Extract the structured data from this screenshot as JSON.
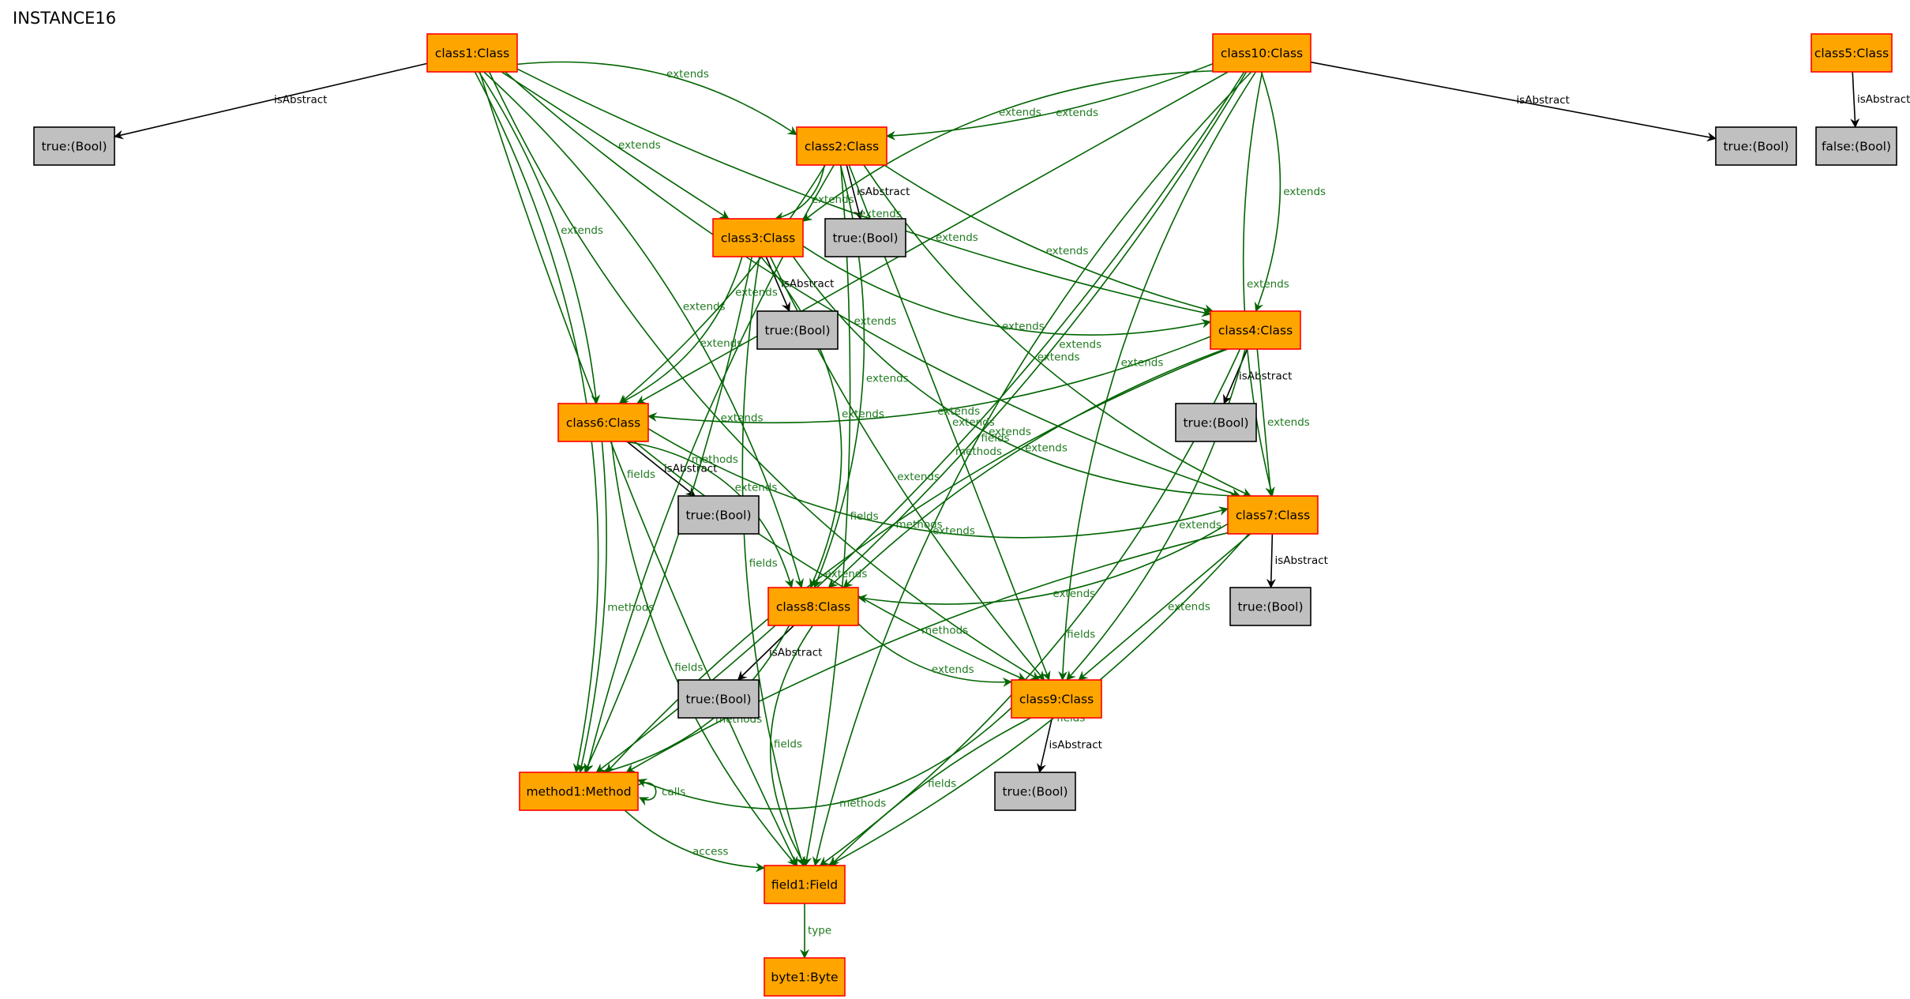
{
  "title": "INSTANCE16",
  "colors": {
    "class_fill": "#ffa500",
    "class_stroke": "#ff0000",
    "bool_fill": "#c0c0c0",
    "bool_stroke": "#000000",
    "green_edge": "#006400",
    "green_label": "#1f7a1f",
    "black_edge": "#000000"
  },
  "nodes": [
    {
      "id": "class1",
      "label": "class1:Class",
      "kind": "class"
    },
    {
      "id": "class10",
      "label": "class10:Class",
      "kind": "class"
    },
    {
      "id": "class5",
      "label": "class5:Class",
      "kind": "class"
    },
    {
      "id": "b_c1",
      "label": "true:(Bool)",
      "kind": "bool"
    },
    {
      "id": "b_c10",
      "label": "true:(Bool)",
      "kind": "bool"
    },
    {
      "id": "b_c5",
      "label": "false:(Bool)",
      "kind": "bool"
    },
    {
      "id": "class2",
      "label": "class2:Class",
      "kind": "class"
    },
    {
      "id": "b_c2",
      "label": "true:(Bool)",
      "kind": "bool"
    },
    {
      "id": "class3",
      "label": "class3:Class",
      "kind": "class"
    },
    {
      "id": "b_c3",
      "label": "true:(Bool)",
      "kind": "bool"
    },
    {
      "id": "class4",
      "label": "class4:Class",
      "kind": "class"
    },
    {
      "id": "b_c4",
      "label": "true:(Bool)",
      "kind": "bool"
    },
    {
      "id": "class6",
      "label": "class6:Class",
      "kind": "class"
    },
    {
      "id": "b_c6",
      "label": "true:(Bool)",
      "kind": "bool"
    },
    {
      "id": "class7",
      "label": "class7:Class",
      "kind": "class"
    },
    {
      "id": "b_c7",
      "label": "true:(Bool)",
      "kind": "bool"
    },
    {
      "id": "class8",
      "label": "class8:Class",
      "kind": "class"
    },
    {
      "id": "b_c8",
      "label": "true:(Bool)",
      "kind": "bool"
    },
    {
      "id": "class9",
      "label": "class9:Class",
      "kind": "class"
    },
    {
      "id": "b_c9",
      "label": "true:(Bool)",
      "kind": "bool"
    },
    {
      "id": "method1",
      "label": "method1:Method",
      "kind": "class"
    },
    {
      "id": "field1",
      "label": "field1:Field",
      "kind": "class"
    },
    {
      "id": "byte1",
      "label": "byte1:Byte",
      "kind": "class"
    }
  ],
  "edges": [
    {
      "from": "class1",
      "to": "b_c1",
      "label": "isAbstract",
      "color": "black"
    },
    {
      "from": "class10",
      "to": "b_c10",
      "label": "isAbstract",
      "color": "black"
    },
    {
      "from": "class5",
      "to": "b_c5",
      "label": "isAbstract",
      "color": "black"
    },
    {
      "from": "class2",
      "to": "b_c2",
      "label": "isAbstract",
      "color": "black"
    },
    {
      "from": "class3",
      "to": "b_c3",
      "label": "isAbstract",
      "color": "black"
    },
    {
      "from": "class4",
      "to": "b_c4",
      "label": "isAbstract",
      "color": "black"
    },
    {
      "from": "class6",
      "to": "b_c6",
      "label": "isAbstract",
      "color": "black"
    },
    {
      "from": "class7",
      "to": "b_c7",
      "label": "isAbstract",
      "color": "black"
    },
    {
      "from": "class8",
      "to": "b_c8",
      "label": "isAbstract",
      "color": "black"
    },
    {
      "from": "class9",
      "to": "b_c9",
      "label": "isAbstract",
      "color": "black"
    },
    {
      "from": "class1",
      "to": "class2",
      "label": "extends",
      "color": "green"
    },
    {
      "from": "class1",
      "to": "class3",
      "label": "extends",
      "color": "green"
    },
    {
      "from": "class1",
      "to": "class4",
      "label": "extends",
      "color": "green"
    },
    {
      "from": "class1",
      "to": "class6",
      "label": "extends",
      "color": "green"
    },
    {
      "from": "class1",
      "to": "class7",
      "label": "extends",
      "color": "green"
    },
    {
      "from": "class1",
      "to": "class8",
      "label": "extends",
      "color": "green"
    },
    {
      "from": "class1",
      "to": "class9",
      "label": "extends",
      "color": "green"
    },
    {
      "from": "class1",
      "to": "method1",
      "label": "methods",
      "color": "green"
    },
    {
      "from": "class1",
      "to": "field1",
      "label": "fields",
      "color": "green"
    },
    {
      "from": "class10",
      "to": "class2",
      "label": "extends",
      "color": "green"
    },
    {
      "from": "class10",
      "to": "class3",
      "label": "extends",
      "color": "green"
    },
    {
      "from": "class10",
      "to": "class4",
      "label": "extends",
      "color": "green"
    },
    {
      "from": "class10",
      "to": "class6",
      "label": "extends",
      "color": "green"
    },
    {
      "from": "class10",
      "to": "class7",
      "label": "extends",
      "color": "green"
    },
    {
      "from": "class10",
      "to": "class8",
      "label": "extends",
      "color": "green"
    },
    {
      "from": "class10",
      "to": "class9",
      "label": "extends",
      "color": "green"
    },
    {
      "from": "class10",
      "to": "method1",
      "label": "methods",
      "color": "green"
    },
    {
      "from": "class10",
      "to": "field1",
      "label": "fields",
      "color": "green"
    },
    {
      "from": "class2",
      "to": "class3",
      "label": "extends",
      "color": "green"
    },
    {
      "from": "class2",
      "to": "class4",
      "label": "extends",
      "color": "green"
    },
    {
      "from": "class2",
      "to": "class6",
      "label": "extends",
      "color": "green"
    },
    {
      "from": "class2",
      "to": "class7",
      "label": "extends",
      "color": "green"
    },
    {
      "from": "class2",
      "to": "class8",
      "label": "extends",
      "color": "green"
    },
    {
      "from": "class2",
      "to": "class9",
      "label": "extends",
      "color": "green"
    },
    {
      "from": "class2",
      "to": "method1",
      "label": "methods",
      "color": "green"
    },
    {
      "from": "class2",
      "to": "field1",
      "label": "fields",
      "color": "green"
    },
    {
      "from": "class3",
      "to": "class4",
      "label": "extends",
      "color": "green"
    },
    {
      "from": "class3",
      "to": "class6",
      "label": "extends",
      "color": "green"
    },
    {
      "from": "class3",
      "to": "class7",
      "label": "extends",
      "color": "green"
    },
    {
      "from": "class3",
      "to": "class8",
      "label": "extends",
      "color": "green"
    },
    {
      "from": "class3",
      "to": "class9",
      "label": "extends",
      "color": "green"
    },
    {
      "from": "class3",
      "to": "method1",
      "label": "methods",
      "color": "green"
    },
    {
      "from": "class3",
      "to": "field1",
      "label": "fields",
      "color": "green"
    },
    {
      "from": "class4",
      "to": "class6",
      "label": "extends",
      "color": "green"
    },
    {
      "from": "class4",
      "to": "class7",
      "label": "extends",
      "color": "green"
    },
    {
      "from": "class4",
      "to": "class8",
      "label": "extends",
      "color": "green"
    },
    {
      "from": "class4",
      "to": "class9",
      "label": "extends",
      "color": "green"
    },
    {
      "from": "class4",
      "to": "method1",
      "label": "methods",
      "color": "green"
    },
    {
      "from": "class4",
      "to": "field1",
      "label": "fields",
      "color": "green"
    },
    {
      "from": "class6",
      "to": "class7",
      "label": "extends",
      "color": "green"
    },
    {
      "from": "class6",
      "to": "class8",
      "label": "extends",
      "color": "green"
    },
    {
      "from": "class6",
      "to": "class9",
      "label": "extends",
      "color": "green"
    },
    {
      "from": "class6",
      "to": "method1",
      "label": "methods",
      "color": "green"
    },
    {
      "from": "class6",
      "to": "field1",
      "label": "fields",
      "color": "green"
    },
    {
      "from": "class7",
      "to": "class8",
      "label": "extends",
      "color": "green"
    },
    {
      "from": "class7",
      "to": "class9",
      "label": "extends",
      "color": "green"
    },
    {
      "from": "class7",
      "to": "method1",
      "label": "methods",
      "color": "green"
    },
    {
      "from": "class7",
      "to": "field1",
      "label": "fields",
      "color": "green"
    },
    {
      "from": "class8",
      "to": "class9",
      "label": "extends",
      "color": "green"
    },
    {
      "from": "class8",
      "to": "method1",
      "label": "methods",
      "color": "green"
    },
    {
      "from": "class8",
      "to": "field1",
      "label": "fields",
      "color": "green"
    },
    {
      "from": "class9",
      "to": "method1",
      "label": "methods",
      "color": "green"
    },
    {
      "from": "class9",
      "to": "field1",
      "label": "fields",
      "color": "green"
    },
    {
      "from": "method1",
      "to": "method1",
      "label": "calls",
      "color": "green"
    },
    {
      "from": "method1",
      "to": "field1",
      "label": "access",
      "color": "green"
    },
    {
      "from": "field1",
      "to": "byte1",
      "label": "type",
      "color": "green"
    }
  ]
}
